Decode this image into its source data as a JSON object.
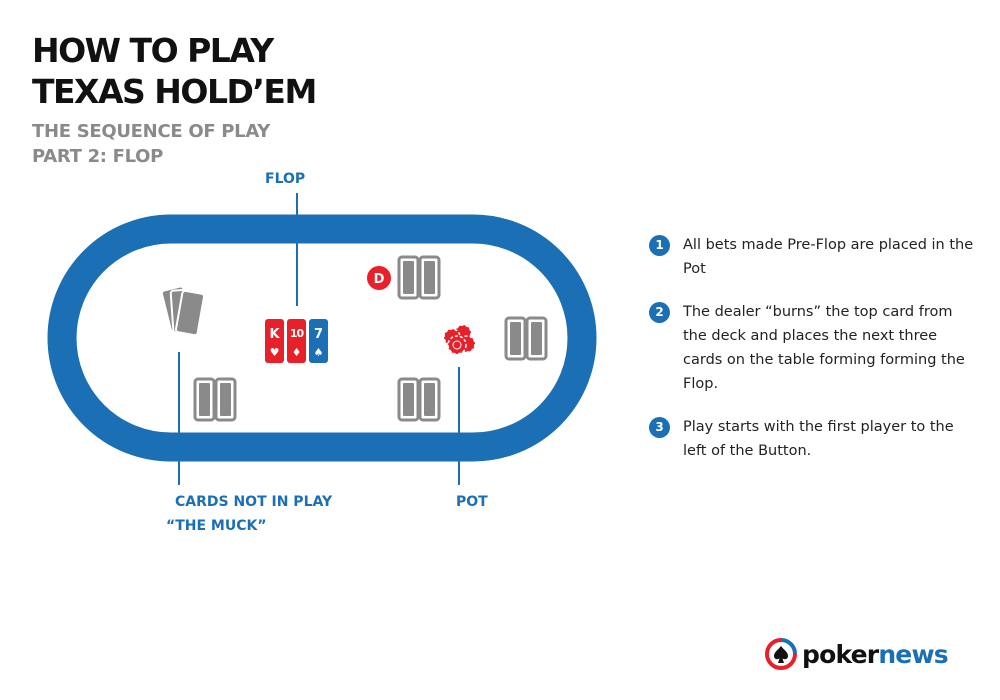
{
  "title": {
    "line1": "HOW TO PLAY",
    "line2": "TEXAS HOLD’EM"
  },
  "subtitle": {
    "line1": "THE SEQUENCE OF PLAY",
    "line2": "PART 2: FLOP"
  },
  "callouts": {
    "flop": "FLOP",
    "muck_line1": "CARDS NOT IN PLAY",
    "muck_line2": "“THE MUCK”",
    "pot": "POT"
  },
  "dealer_button": "D",
  "flop_cards": [
    {
      "rank": "K",
      "suit": "♥",
      "color": "#e8202a"
    },
    {
      "rank": "10",
      "suit": "♦",
      "color": "#e8202a"
    },
    {
      "rank": "7",
      "suit": "♠",
      "color": "#1a6fb5"
    }
  ],
  "steps": [
    {
      "num": "1",
      "text": "All bets made Pre-Flop are placed in the Pot"
    },
    {
      "num": "2",
      "text": "The dealer “burns” the top card from the deck and places the next three cards on the table forming forming the Flop."
    },
    {
      "num": "3",
      "text": "Play starts with the first player to the left of the Button."
    }
  ],
  "logo": {
    "part1": "poker",
    "part2": "news"
  },
  "colors": {
    "table_rail": "#1a6fb5",
    "accent_red": "#e8202a",
    "card_gray": "#8a8a8a"
  }
}
